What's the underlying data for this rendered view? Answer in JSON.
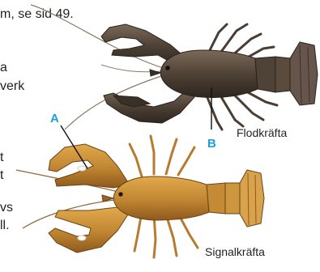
{
  "text_fragments": [
    "m, se sid 49.",
    "a",
    "verk",
    "t",
    "t",
    "vs",
    "ll."
  ],
  "labels": {
    "a": "A",
    "b": "B"
  },
  "captions": {
    "top": "Flodkräfta",
    "bottom": "Signalkräfta"
  },
  "colors": {
    "callout": "#1aa0dc",
    "flodkrafta": "#5a4a3c",
    "signalkrafta": "#c8892e"
  }
}
